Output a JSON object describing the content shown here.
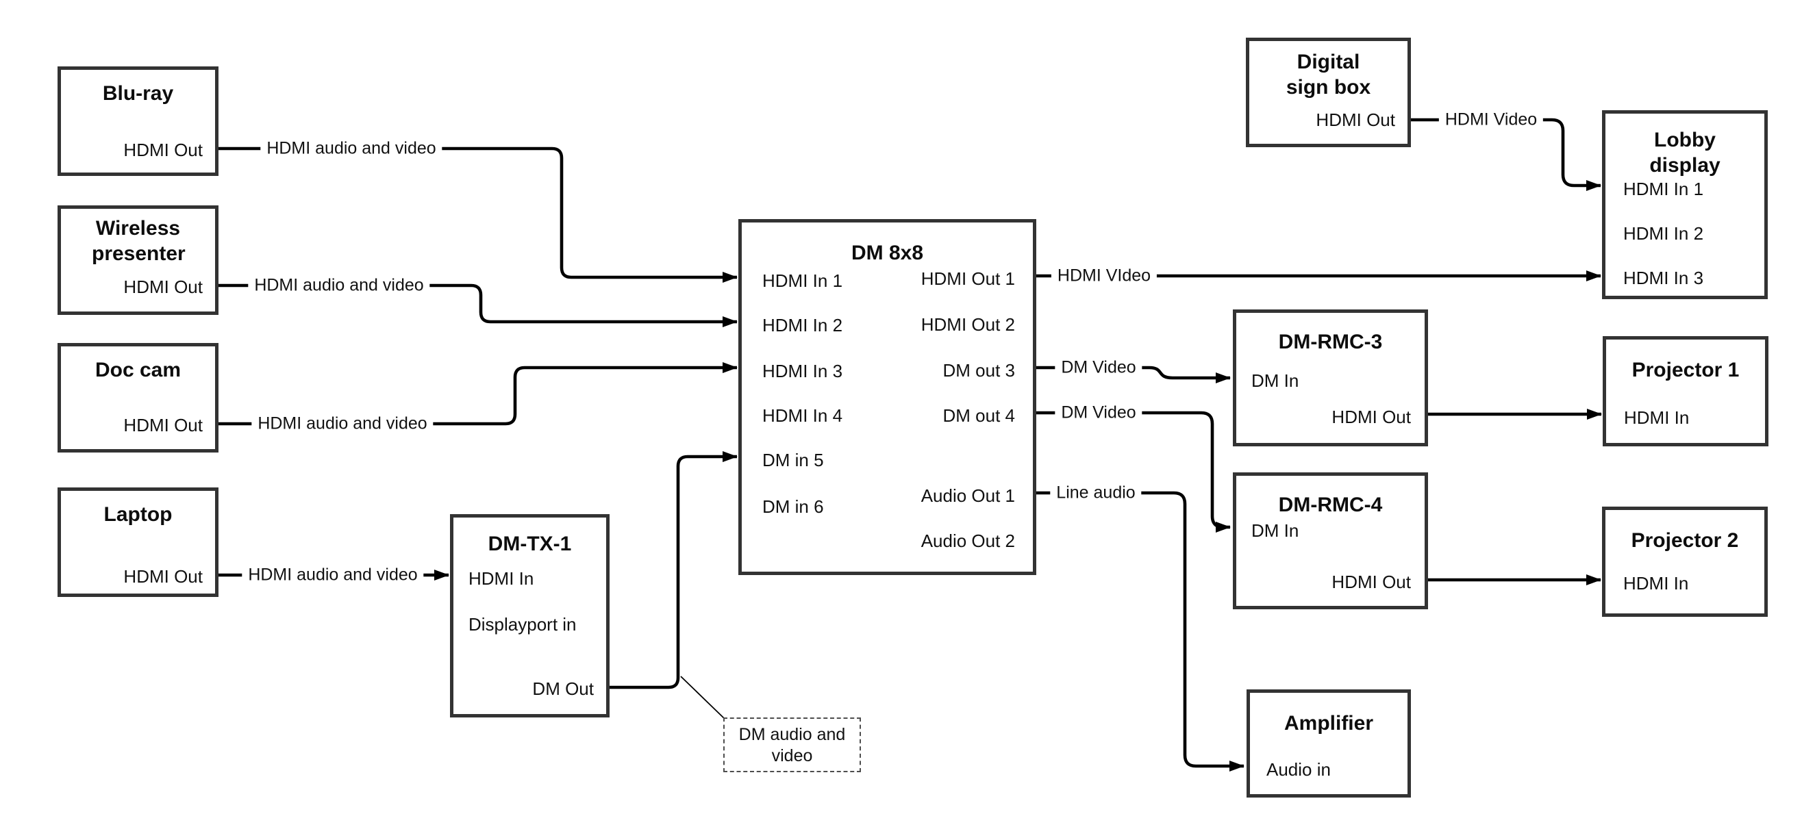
{
  "nodes": {
    "bluray": {
      "title": "Blu-ray",
      "out": "HDMI Out"
    },
    "wireless": {
      "title": "Wireless presenter",
      "out": "HDMI Out"
    },
    "doccam": {
      "title": "Doc cam",
      "out": "HDMI Out"
    },
    "laptop": {
      "title": "Laptop",
      "out": "HDMI Out"
    },
    "dmtx1": {
      "title": "DM-TX-1",
      "hdmi_in": "HDMI In",
      "dp_in": "Displayport in",
      "dm_out": "DM Out"
    },
    "dm8x8": {
      "title": "DM 8x8",
      "in1": "HDMI In 1",
      "in2": "HDMI In 2",
      "in3": "HDMI In 3",
      "in4": "HDMI In 4",
      "in5": "DM in 5",
      "in6": "DM in 6",
      "out1": "HDMI Out 1",
      "out2": "HDMI Out 2",
      "out3": "DM out 3",
      "out4": "DM out 4",
      "aout1": "Audio Out 1",
      "aout2": "Audio Out 2"
    },
    "digitalsign": {
      "title": "Digital sign box",
      "out": "HDMI Out"
    },
    "lobby": {
      "title": "Lobby display",
      "in1": "HDMI In 1",
      "in2": "HDMI In 2",
      "in3": "HDMI In 3"
    },
    "dmrmc3": {
      "title": "DM-RMC-3",
      "dm_in": "DM In",
      "hdmi_out": "HDMI Out"
    },
    "proj1": {
      "title": "Projector 1",
      "in": "HDMI In"
    },
    "dmrmc4": {
      "title": "DM-RMC-4",
      "dm_in": "DM In",
      "hdmi_out": "HDMI Out"
    },
    "proj2": {
      "title": "Projector 2",
      "in": "HDMI In"
    },
    "amplifier": {
      "title": "Amplifier",
      "in": "Audio in"
    }
  },
  "wire_labels": {
    "bluray_to_dm": "HDMI audio and video",
    "wireless_to_dm": "HDMI audio and video",
    "doccam_to_dm": "HDMI audio and video",
    "laptop_to_tx": "HDMI audio and video",
    "hdmi_out1": "HDMI VIdeo",
    "dm_out3": "DM Video",
    "dm_out4": "DM Video",
    "audio_out1": "Line audio",
    "sign_to_lobby": "HDMI Video"
  },
  "note": {
    "text": "DM audio and video"
  },
  "colors": {
    "wire": "#000000",
    "box_border": "#333333",
    "background": "#ffffff",
    "text": "#000000"
  }
}
